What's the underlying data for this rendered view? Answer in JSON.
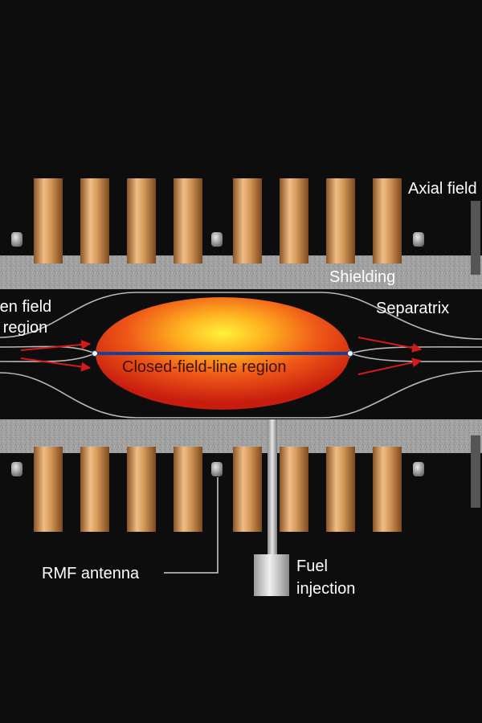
{
  "labels": {
    "axial_field": "Axial field",
    "shielding": "Shielding",
    "open_field_line_1": "Open field",
    "open_field_line_2": "line region",
    "separatrix": "Separatrix",
    "closed_field": "Closed-field-line region",
    "rmf_antenna": "RMF antenna",
    "fuel_injection_1": "Fuel",
    "fuel_injection_2": "injection"
  },
  "colors": {
    "background": "#0d0d0d",
    "coil": "#c8864a",
    "shielding": "#9a9a9a",
    "plasma_core": "#fff23a",
    "plasma_edge": "#cc1f10",
    "flow_arrow": "#d61a1a",
    "axis_line": "#1e3f8f"
  }
}
